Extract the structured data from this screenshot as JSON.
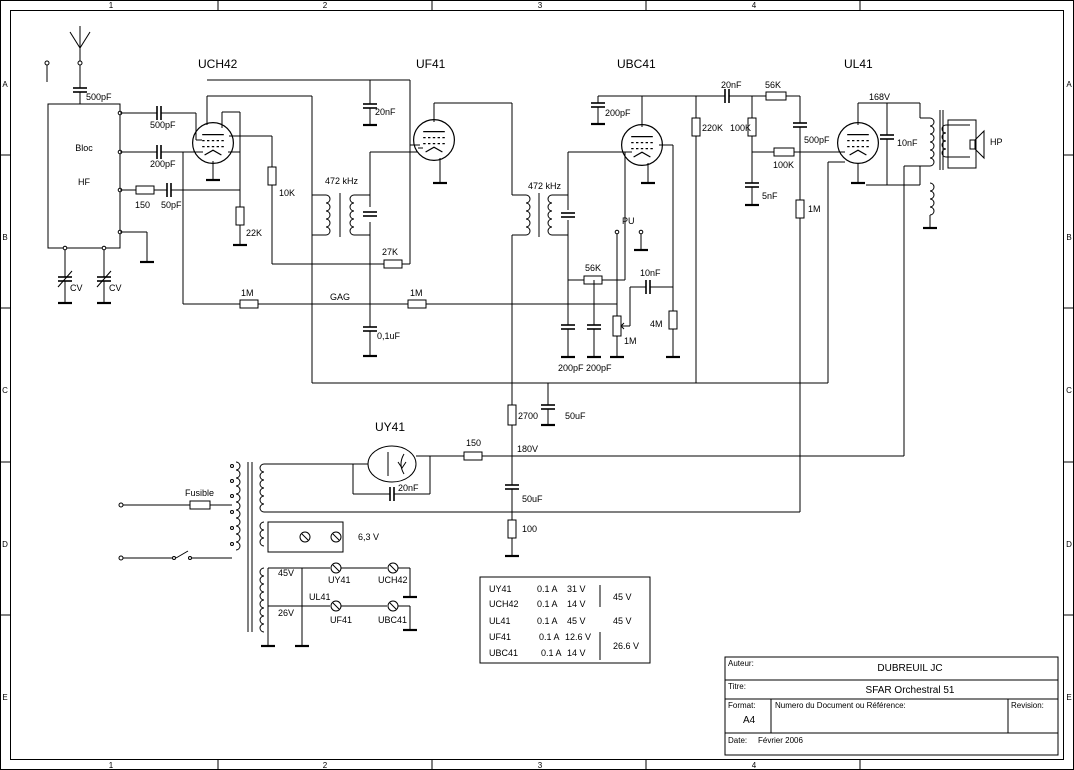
{
  "frame": {
    "columns": [
      "1",
      "2",
      "3",
      "4"
    ],
    "rows": [
      "A",
      "B",
      "C",
      "D",
      "E"
    ]
  },
  "tubes": {
    "uch42": "UCH42",
    "uf41": "UF41",
    "ubc41": "UBC41",
    "ul41": "UL41",
    "uy41": "UY41"
  },
  "blocks": {
    "bloc_line1": "Bloc",
    "bloc_line2": "HF",
    "cv1": "CV",
    "cv2": "CV",
    "gag": "GAG",
    "pu": "PU",
    "hp": "HP",
    "fusible": "Fusible"
  },
  "components": {
    "c_500pf_ant": "500pF",
    "c_500pf_1": "500pF",
    "c_200pf_1": "200pF",
    "r_150_in": "150",
    "c_50pf": "50pF",
    "r_22k": "22K",
    "r_10k": "10K",
    "c_20nf_uf": "20nF",
    "if1": "472 kHz",
    "r_27k": "27K",
    "r_1m_a": "1M",
    "r_1m_b": "1M",
    "c_01uf": "0,1uF",
    "if2": "472 kHz",
    "c_200pf_ubc": "200pF",
    "r_56k_det": "56K",
    "c_10nf_det": "10nF",
    "pot_1m": "1M",
    "r_4m": "4M",
    "c_200pf_a": "200pF",
    "c_200pf_b": "200pF",
    "c_20nf_top": "20nF",
    "r_56k_top": "56K",
    "r_220k": "220K",
    "r_100k_a": "100K",
    "r_100k_b": "100K",
    "c_5nf": "5nF",
    "c_500pf_ul": "500pF",
    "r_1m_ul": "1M",
    "v_168": "168V",
    "c_10nf_ul": "10nF",
    "r_2700": "2700",
    "c_50uf_a": "50uF",
    "r_150_psu": "150",
    "v_180": "180V",
    "c_20nf_uy": "20nF",
    "c_50uf_b": "50uF",
    "r_100": "100",
    "v_63": "6,3 V",
    "v_45": "45V",
    "v_26": "26V",
    "f_uy41": "UY41",
    "f_uch42": "UCH42",
    "f_ul41": "UL41",
    "f_uf41": "UF41",
    "f_ubc41": "UBC41"
  },
  "heater_table": [
    {
      "tube": "UY41",
      "current": "0.1 A",
      "voltage": "31 V"
    },
    {
      "tube": "UCH42",
      "current": "0.1 A",
      "voltage": "14 V"
    },
    {
      "tube": "UL41",
      "current": "0.1 A",
      "voltage": "45 V"
    },
    {
      "tube": "UF41",
      "current": "0.1 A",
      "voltage": "12.6 V"
    },
    {
      "tube": "UBC41",
      "current": "0.1 A",
      "voltage": "14 V"
    }
  ],
  "heater_groups": {
    "g1": "45 V",
    "g2": "45 V",
    "g3": "26.6 V"
  },
  "title_block": {
    "auteur_label": "Auteur:",
    "auteur": "DUBREUIL JC",
    "titre_label": "Titre:",
    "titre": "SFAR Orchestral 51",
    "format_label": "Format:",
    "format": "A4",
    "numero_label": "Numero du Document ou Référence:",
    "revision_label": "Revision:",
    "date_label": "Date:",
    "date": "Février 2006"
  }
}
